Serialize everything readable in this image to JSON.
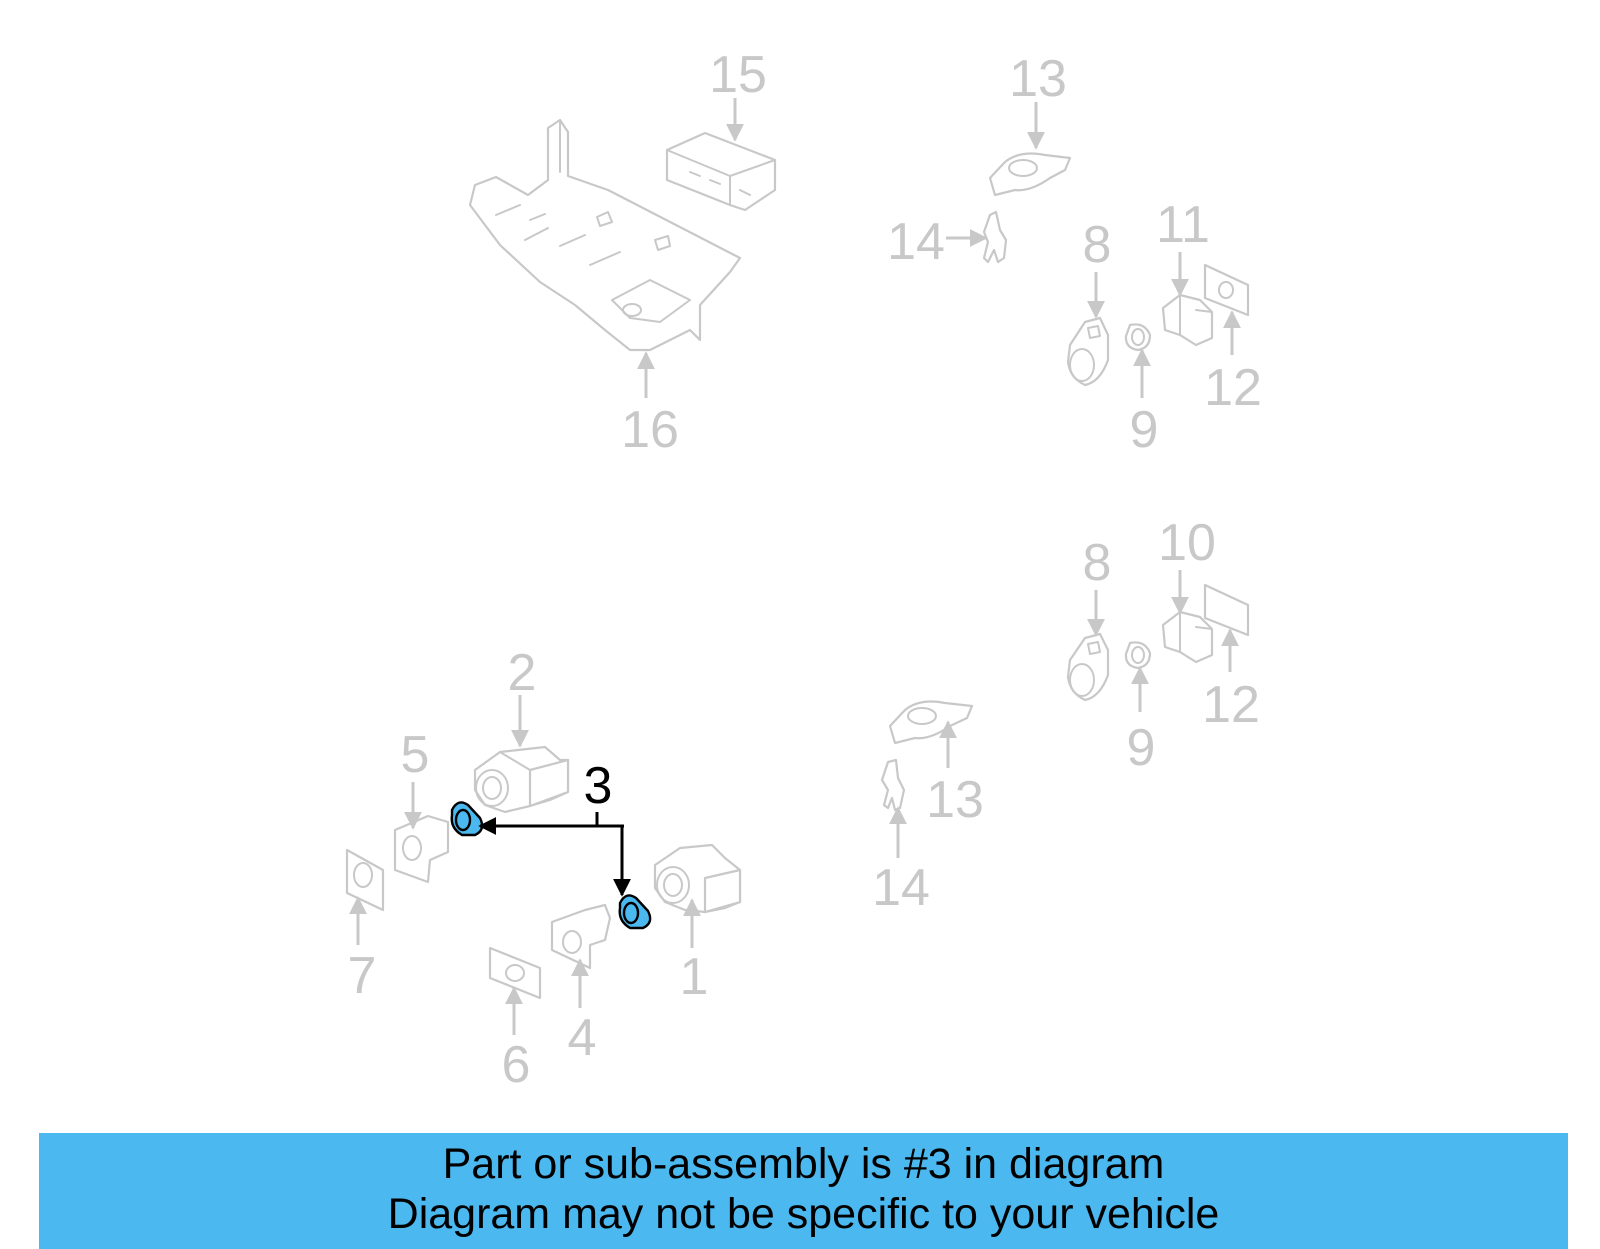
{
  "colors": {
    "background": "#ffffff",
    "banner": "#4bb8ef",
    "highlight_part": "#4bb8ef",
    "faded_part": "#c8c8c8",
    "highlight_text": "#000000"
  },
  "diagram": {
    "highlighted_callout": "3",
    "callouts": {
      "c1": "1",
      "c2": "2",
      "c3": "3",
      "c4": "4",
      "c5": "5",
      "c6": "6",
      "c7": "7",
      "c8a": "8",
      "c8b": "8",
      "c9a": "9",
      "c9b": "9",
      "c10": "10",
      "c11": "11",
      "c12a": "12",
      "c12b": "12",
      "c13a": "13",
      "c13b": "13",
      "c14a": "14",
      "c14b": "14",
      "c15": "15",
      "c16": "16"
    }
  },
  "banner": {
    "line1": "Part or sub-assembly is #3 in diagram",
    "line2": "Diagram may not be specific to your vehicle"
  }
}
